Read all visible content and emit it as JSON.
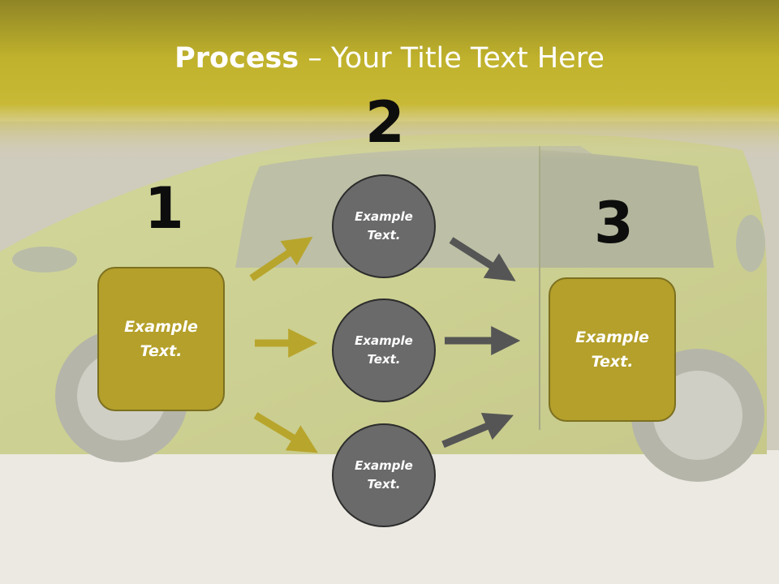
{
  "slide": {
    "title_bold": "Process",
    "title_rest": " – Your Title Text Here",
    "colors": {
      "header": "#c1b22c",
      "olive_box": "#b4a02a",
      "olive_border": "#7d7020",
      "circle_fill": "#6a6a6a",
      "circle_border": "#2c2c2c",
      "dark_arrow": "#555555",
      "olive_arrow": "#b8a52c"
    },
    "steps": {
      "one": {
        "number": "1",
        "label": "Example\nText."
      },
      "two": {
        "number": "2",
        "circles": [
          {
            "label": "Example\nText."
          },
          {
            "label": "Example\nText."
          },
          {
            "label": "Example\nText."
          }
        ]
      },
      "three": {
        "number": "3",
        "label": "Example\nText."
      }
    }
  }
}
